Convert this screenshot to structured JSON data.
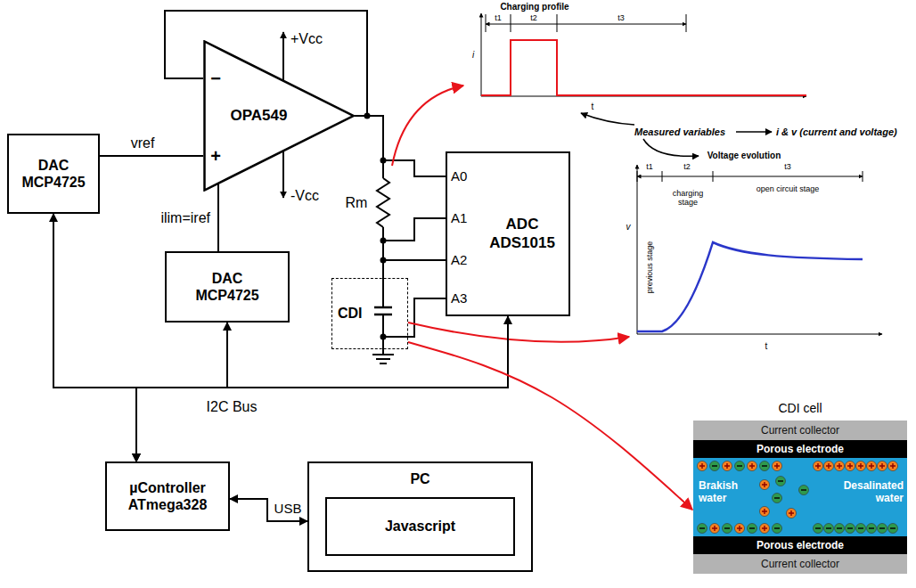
{
  "diagram": {
    "nodes": [
      {
        "text": [
          "DAC MCP4725"
        ]
      },
      {
        "text": [
          "OPA549"
        ]
      },
      {
        "text": [
          "DAC MCP4725"
        ]
      },
      {
        "text": [
          "ADC ADS1015"
        ]
      },
      {
        "text": [
          "CDI"
        ]
      },
      {
        "text": [
          "µController ATmega328"
        ]
      },
      {
        "text": [
          "PC"
        ]
      },
      {
        "text": [
          "Javascript"
        ],
        "in": 6
      },
      {
        "text": [
          "CDI cell"
        ]
      },
      {
        "text": [
          "Current collector"
        ],
        "in": 8
      },
      {
        "text": [
          "Porous electrode"
        ],
        "in": 8
      },
      {
        "text": [
          "Brakish water",
          "Desalinated water"
        ],
        "in": 8
      },
      {
        "text": [
          "Porous electrode"
        ],
        "in": 8
      },
      {
        "text": [
          "Current collector"
        ],
        "in": 8
      }
    ],
    "edges": [
      {
        "from": 0,
        "to": 1,
        "label": "vref",
        "arrow": "none"
      },
      {
        "from": 2,
        "to": 1,
        "label": "ilim=iref",
        "arrow": "none"
      },
      {
        "from": 5,
        "to": 0,
        "arrow": "both"
      },
      {
        "from": 5,
        "to": 2,
        "arrow": "both"
      },
      {
        "from": 5,
        "to": 3,
        "arrow": "both"
      },
      {
        "from": 5,
        "to": 6,
        "label": "USB",
        "arrow": "both"
      },
      {
        "from": 4,
        "to": 8,
        "arrow": "to"
      }
    ],
    "labels": [
      "−",
      "+",
      "+Vcc",
      "-Vcc",
      "Rm",
      "A0",
      "A1",
      "A2",
      "A3",
      "I2C Bus",
      "Charging profile",
      "t1",
      "t2",
      "t3",
      "i",
      "t",
      "Measured variables",
      "i & v (current and voltage)",
      "Voltage evolution",
      "t1",
      "t2",
      "t3",
      "v",
      "previous stage",
      "charging stage",
      "open circuit stage",
      "t"
    ]
  }
}
